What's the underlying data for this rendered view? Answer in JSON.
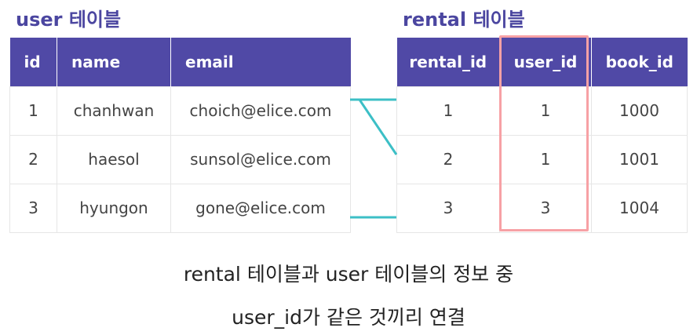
{
  "user_table": {
    "title": "user 테이블",
    "columns": [
      "id",
      "name",
      "email"
    ],
    "rows": [
      [
        "1",
        "chanhwan",
        "choich@elice.com"
      ],
      [
        "2",
        "haesol",
        "sunsol@elice.com"
      ],
      [
        "3",
        "hyungon",
        "gone@elice.com"
      ]
    ]
  },
  "rental_table": {
    "title": "rental 테이블",
    "columns": [
      "rental_id",
      "user_id",
      "book_id"
    ],
    "rows": [
      [
        "1",
        "1",
        "1000"
      ],
      [
        "2",
        "1",
        "1001"
      ],
      [
        "3",
        "3",
        "1004"
      ]
    ],
    "highlighted_column": "user_id"
  },
  "caption": {
    "line1": "rental 테이블과 user 테이블의 정보 중",
    "line2": "user_id가 같은 것끼리 연결"
  },
  "colors": {
    "header": "#5049a6",
    "title": "#4b46a0",
    "connector": "#3cbfc6",
    "highlight": "#f7a1a5"
  }
}
